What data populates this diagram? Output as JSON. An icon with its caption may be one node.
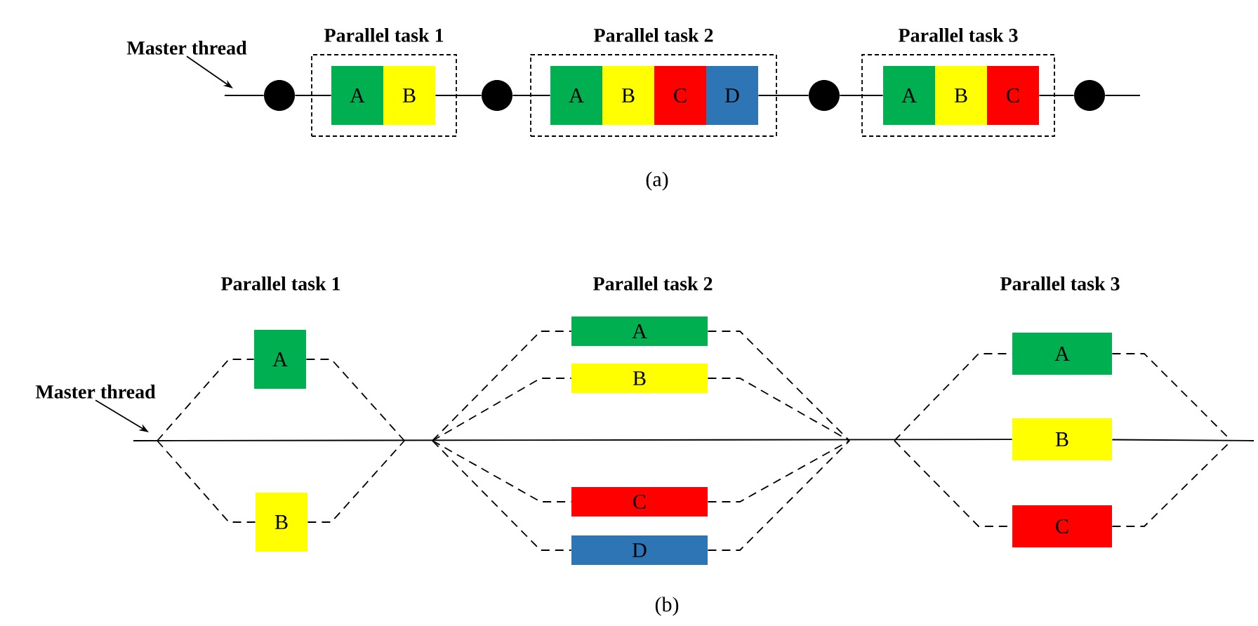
{
  "diagram": {
    "nodes": [
      {
        "text": [
          "Master thread"
        ]
      },
      {
        "text": [],
        "shape": "circle"
      },
      {
        "text": [
          "Parallel task 1"
        ]
      },
      {
        "text": [
          "A"
        ],
        "in": 2
      },
      {
        "text": [
          "B"
        ],
        "in": 2
      },
      {
        "text": [],
        "shape": "circle"
      },
      {
        "text": [
          "Parallel task 2"
        ]
      },
      {
        "text": [
          "A"
        ],
        "in": 6
      },
      {
        "text": [
          "B"
        ],
        "in": 6
      },
      {
        "text": [
          "C"
        ],
        "in": 6
      },
      {
        "text": [
          "D"
        ],
        "in": 6
      },
      {
        "text": [],
        "shape": "circle"
      },
      {
        "text": [
          "Parallel task 3"
        ]
      },
      {
        "text": [
          "A"
        ],
        "in": 12
      },
      {
        "text": [
          "B"
        ],
        "in": 12
      },
      {
        "text": [
          "C"
        ],
        "in": 12
      },
      {
        "text": [],
        "shape": "circle"
      },
      {
        "text": [
          "Master thread"
        ]
      },
      {
        "text": [
          "A"
        ]
      },
      {
        "text": [
          "B"
        ]
      },
      {
        "text": [
          "A"
        ]
      },
      {
        "text": [
          "B"
        ]
      },
      {
        "text": [
          "C"
        ]
      },
      {
        "text": [
          "D"
        ]
      },
      {
        "text": [
          "A"
        ]
      },
      {
        "text": [
          "B"
        ]
      },
      {
        "text": [
          "C"
        ]
      }
    ],
    "edges": [
      {
        "from": null,
        "to": 1,
        "arrow": "none"
      },
      {
        "from": 1,
        "to": 3,
        "arrow": "none"
      },
      {
        "from": 4,
        "to": 5,
        "arrow": "none"
      },
      {
        "from": 5,
        "to": 7,
        "arrow": "none"
      },
      {
        "from": 10,
        "to": 11,
        "arrow": "none"
      },
      {
        "from": 11,
        "to": 13,
        "arrow": "none"
      },
      {
        "from": 15,
        "to": 16,
        "arrow": "none"
      },
      {
        "from": 16,
        "to": null,
        "arrow": "none"
      },
      {
        "from": 0,
        "to": null,
        "arrow": "to"
      },
      {
        "from": 17,
        "to": null,
        "arrow": "to"
      },
      {
        "from": null,
        "to": 25,
        "arrow": "none"
      },
      {
        "from": 25,
        "to": null,
        "arrow": "none"
      },
      {
        "from": null,
        "to": 18,
        "arrow": "none",
        "style": "dashed"
      },
      {
        "from": 18,
        "to": null,
        "arrow": "none",
        "style": "dashed"
      },
      {
        "from": null,
        "to": 19,
        "arrow": "none",
        "style": "dashed"
      },
      {
        "from": 19,
        "to": null,
        "arrow": "none",
        "style": "dashed"
      },
      {
        "from": null,
        "to": 20,
        "arrow": "none",
        "style": "dashed"
      },
      {
        "from": 20,
        "to": null,
        "arrow": "none",
        "style": "dashed"
      },
      {
        "from": null,
        "to": 21,
        "arrow": "none",
        "style": "dashed"
      },
      {
        "from": 21,
        "to": null,
        "arrow": "none",
        "style": "dashed"
      },
      {
        "from": null,
        "to": 22,
        "arrow": "none",
        "style": "dashed"
      },
      {
        "from": 22,
        "to": null,
        "arrow": "none",
        "style": "dashed"
      },
      {
        "from": null,
        "to": 23,
        "arrow": "none",
        "style": "dashed"
      },
      {
        "from": 23,
        "to": null,
        "arrow": "none",
        "style": "dashed"
      },
      {
        "from": null,
        "to": 24,
        "arrow": "none",
        "style": "dashed"
      },
      {
        "from": 24,
        "to": null,
        "arrow": "none",
        "style": "dashed"
      },
      {
        "from": null,
        "to": 26,
        "arrow": "none",
        "style": "dashed"
      },
      {
        "from": 26,
        "to": null,
        "arrow": "none",
        "style": "dashed"
      }
    ],
    "labels": [
      "(a)",
      "Parallel task 1",
      "Parallel task 2",
      "Parallel task 3",
      "(b)"
    ]
  }
}
